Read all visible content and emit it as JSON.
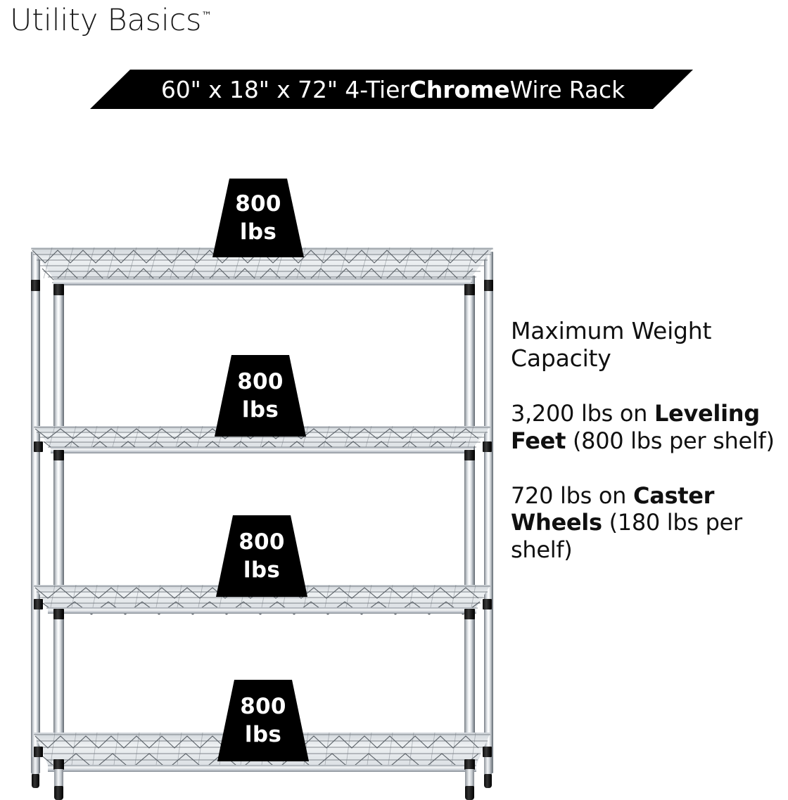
{
  "brand": {
    "name": "Utility Basics",
    "trademark": "™"
  },
  "banner": {
    "prefix": "60\" x 18\" x 72\" 4-Tier ",
    "highlight": "Chrome",
    "suffix": " Wire Rack",
    "background_color": "#000000",
    "text_color": "#ffffff"
  },
  "product": {
    "tiers": 4,
    "finish": "Chrome",
    "dimensions": "60\" x 18\" x 72\""
  },
  "shelf_badges": [
    {
      "number": "800",
      "unit": "lbs"
    },
    {
      "number": "800",
      "unit": "lbs"
    },
    {
      "number": "800",
      "unit": "lbs"
    },
    {
      "number": "800",
      "unit": "lbs"
    }
  ],
  "capacity": {
    "heading": "Maximum Weight Capacity",
    "leveling": {
      "value": "3,200 lbs on ",
      "bold": "Leveling Feet",
      "detail": " (800 lbs per shelf)"
    },
    "caster": {
      "value": "720 lbs on ",
      "bold": "Caster Wheels",
      "detail": " (180 lbs per shelf)"
    }
  },
  "colors": {
    "background": "#ffffff",
    "text": "#101010",
    "accent": "#000000",
    "chrome_light": "#f2f4f6",
    "chrome_mid": "#c9ced4",
    "chrome_dark": "#6f757c"
  }
}
